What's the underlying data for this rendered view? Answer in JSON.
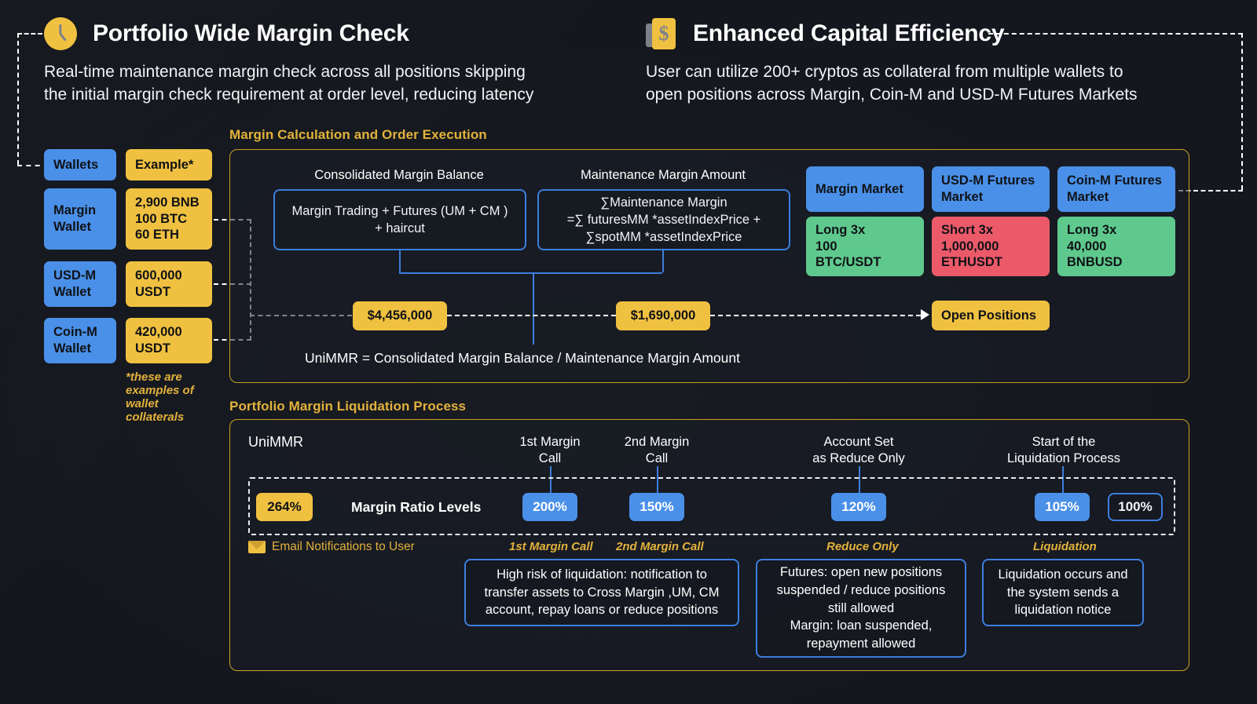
{
  "headers": [
    {
      "icon": "clock-icon",
      "title": "Portfolio Wide Margin Check",
      "body_line1": "Real-time maintenance margin check across all positions skipping",
      "body_line2": "the initial margin check requirement at order level, reducing latency"
    },
    {
      "icon": "money-icon",
      "title": "Enhanced Capital Efficiency",
      "body_line1": "User can utilize 200+ cryptos as collateral from multiple wallets to",
      "body_line2": "open positions across Margin, Coin-M and USD-M Futures Markets"
    }
  ],
  "wallets": {
    "header_left": "Wallets",
    "header_right": "Example*",
    "rows": [
      {
        "name_line1": "Margin",
        "name_line2": "Wallet",
        "value_lines": [
          "2,900 BNB",
          "100 BTC",
          "60 ETH"
        ]
      },
      {
        "name_line1": "USD-M",
        "name_line2": "Wallet",
        "value_lines": [
          "600,000",
          "USDT"
        ]
      },
      {
        "name_line1": "Coin-M",
        "name_line2": "Wallet",
        "value_lines": [
          "420,000",
          "USDT"
        ]
      }
    ],
    "footnote_lines": [
      "*these are",
      "examples of",
      "wallet",
      "collaterals"
    ]
  },
  "margin_panel": {
    "label": "Margin Calculation and Order Execution",
    "left_caption": "Consolidated Margin Balance",
    "left_formula_lines": [
      "Margin Trading + Futures (UM + CM )",
      "+ haircut"
    ],
    "right_caption": "Maintenance Margin Amount",
    "right_formula_lines": [
      "∑Maintenance Margin",
      "=∑ futuresMM *assetIndexPrice +",
      "∑spotMM *assetIndexPrice"
    ],
    "left_value": "$4,456,000",
    "right_value": "$1,690,000",
    "unimmr_formula": "UniMMR = Consolidated Margin Balance / Maintenance Margin Amount",
    "open_positions": "Open Positions"
  },
  "markets": [
    {
      "name_line1": "Margin Market",
      "name_line2": "",
      "pos_lines": [
        "Long 3x",
        "100",
        "BTC/USDT"
      ],
      "pos_color": "green"
    },
    {
      "name_line1": "USD-M Futures",
      "name_line2": "Market",
      "pos_lines": [
        "Short 3x",
        "1,000,000",
        "ETHUSDT"
      ],
      "pos_color": "red"
    },
    {
      "name_line1": "Coin-M Futures",
      "name_line2": "Market",
      "pos_lines": [
        "Long 3x",
        "40,000",
        "BNBUSD"
      ],
      "pos_color": "green"
    }
  ],
  "liquidation_panel": {
    "label": "Portfolio Margin Liquidation Process",
    "unimmr_label": "UniMMR",
    "ratio_row_label": "Margin Ratio Levels",
    "current_ratio": "264%",
    "email_label": "Email Notifications to User",
    "stages": [
      {
        "caption_line1": "1st Margin",
        "caption_line2": "Call",
        "value": "200%",
        "tag": "1st Margin Call"
      },
      {
        "caption_line1": "2nd Margin",
        "caption_line2": "Call",
        "value": "150%",
        "tag": "2nd Margin Call"
      },
      {
        "caption_line1": "Account Set",
        "caption_line2": "as Reduce Only",
        "value": "120%",
        "tag": "Reduce Only"
      },
      {
        "caption_line1": "Start of the",
        "caption_line2": "Liquidation Process",
        "value": "105%",
        "tag": "Liquidation"
      }
    ],
    "final_value": "100%",
    "notes": [
      {
        "lines": [
          "High risk of liquidation: notification to",
          "transfer assets to Cross Margin ,UM, CM",
          "account, repay loans or reduce positions"
        ]
      },
      {
        "lines": [
          "Futures: open new positions",
          "suspended / reduce positions",
          "still allowed",
          "Margin: loan suspended,",
          "repayment allowed"
        ]
      },
      {
        "lines": [
          "Liquidation occurs and",
          "the system sends a",
          "liquidation notice"
        ]
      }
    ]
  },
  "colors": {
    "background": "#14171d",
    "blue": "#4a90e8",
    "yellow": "#f0c141",
    "green": "#5fc98d",
    "red": "#ec5a6a",
    "gold_border": "#c9a227",
    "gold_text": "#e3b23c",
    "outline_blue": "#3d7ede"
  }
}
